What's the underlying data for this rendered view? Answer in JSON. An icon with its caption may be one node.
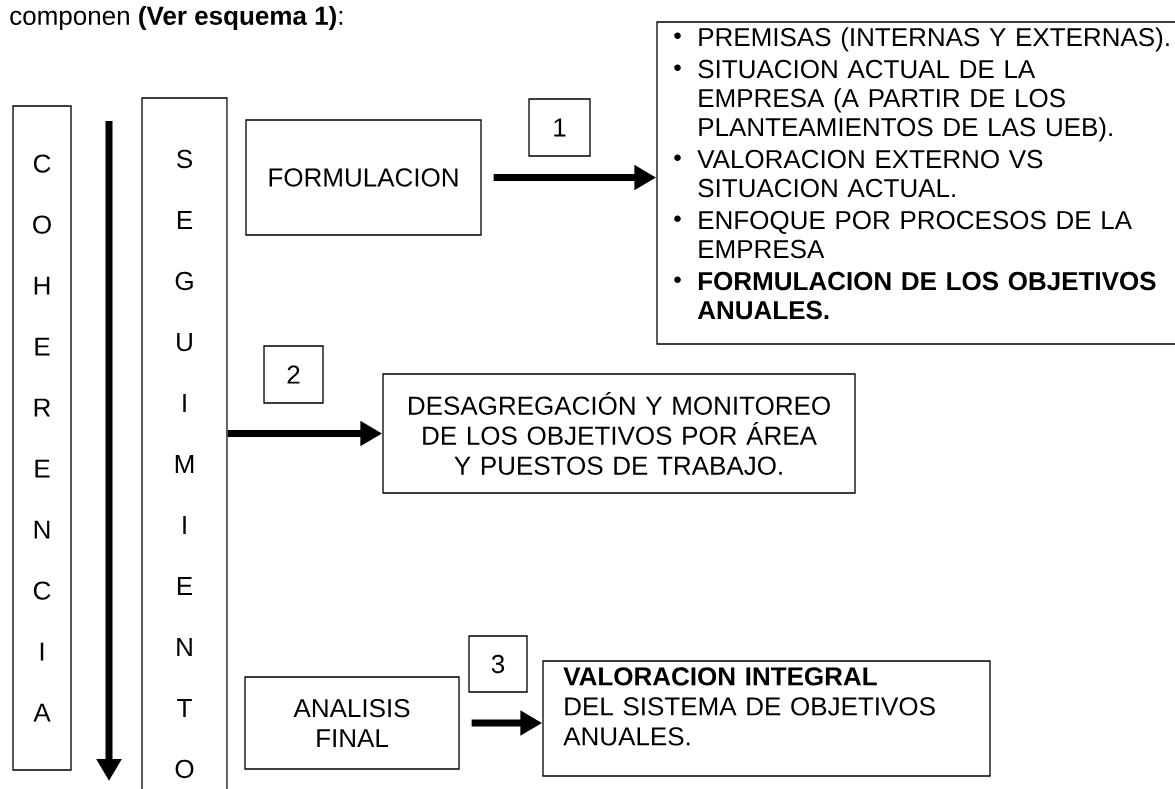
{
  "diagram": {
    "nodes": [
      {
        "text": [
          "C O H E R E N C I A"
        ]
      },
      {
        "text": [
          "S E G U I M I E N T O"
        ]
      },
      {
        "text": [
          "FORMULACION"
        ]
      },
      {
        "text": [
          "1"
        ]
      },
      {
        "text": [
          "PREMISAS (INTERNAS Y EXTERNAS).",
          "SITUACION ACTUAL DE LA EMPRESA (A PARTIR DE LOS PLANTEAMIENTOS DE LAS UEB).",
          "VALORACION EXTERNO VS SITUACION ACTUAL.",
          "ENFOQUE POR PROCESOS DE LA EMPRESA",
          "FORMULACION DE LOS OBJETIVOS ANUALES."
        ]
      },
      {
        "text": [
          "2"
        ]
      },
      {
        "text": [
          "DESAGREGACIÓN Y MONITOREO DE LOS OBJETIVOS POR ÁREA Y PUESTOS DE TRABAJO."
        ]
      },
      {
        "text": [
          "ANALISIS FINAL"
        ]
      },
      {
        "text": [
          "3"
        ]
      },
      {
        "text": [
          "**VALORACION INTEGRAL** DEL SISTEMA DE OBJETIVOS ANUALES."
        ]
      }
    ],
    "edges": [
      {
        "from": 2,
        "to": 4,
        "arrow": "to"
      },
      {
        "from": 1,
        "to": 6,
        "arrow": "to"
      },
      {
        "from": 7,
        "to": 9,
        "arrow": "to"
      }
    ],
    "labels": [
      "componen **(Ver esquema 1)**:"
    ]
  }
}
